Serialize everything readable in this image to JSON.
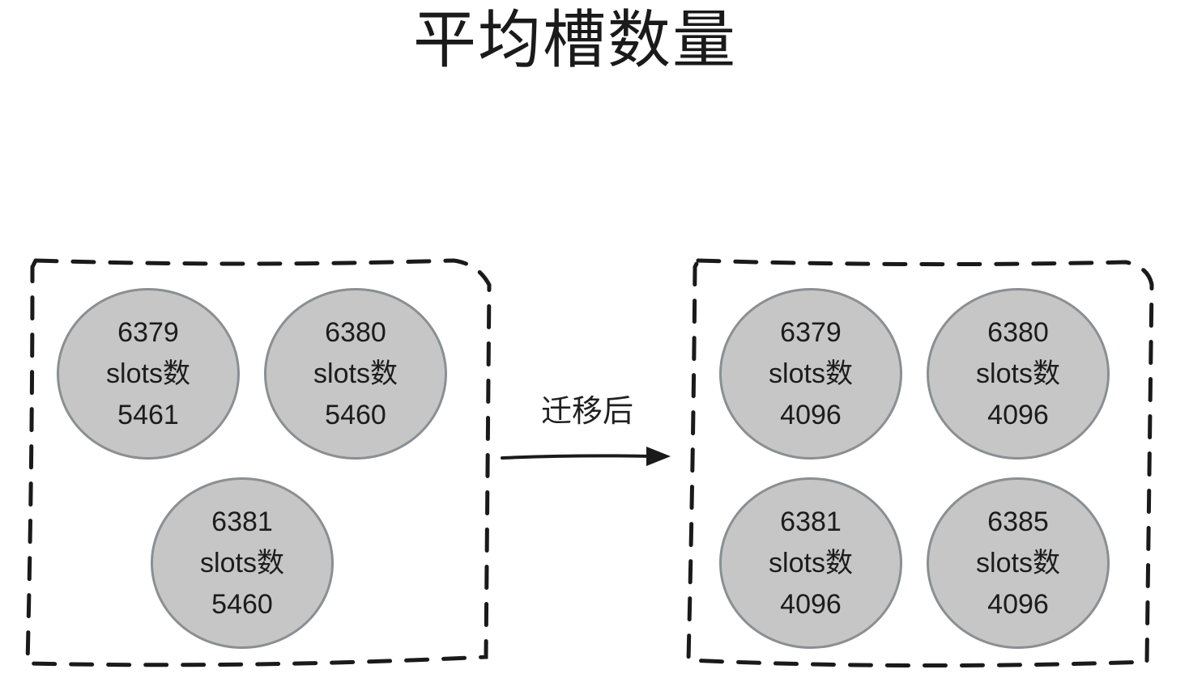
{
  "title": "平均槽数量",
  "arrow_label": "迁移后",
  "colors": {
    "node_fill": "#c6c6c6",
    "node_border": "#8a8f93",
    "dash_stroke": "#1a1a1a"
  },
  "before": {
    "nodes": [
      {
        "port": "6379",
        "label": "slots数",
        "count": "5461"
      },
      {
        "port": "6380",
        "label": "slots数",
        "count": "5460"
      },
      {
        "port": "6381",
        "label": "slots数",
        "count": "5460"
      }
    ]
  },
  "after": {
    "nodes": [
      {
        "port": "6379",
        "label": "slots数",
        "count": "4096"
      },
      {
        "port": "6380",
        "label": "slots数",
        "count": "4096"
      },
      {
        "port": "6381",
        "label": "slots数",
        "count": "4096"
      },
      {
        "port": "6385",
        "label": "slots数",
        "count": "4096"
      }
    ]
  }
}
